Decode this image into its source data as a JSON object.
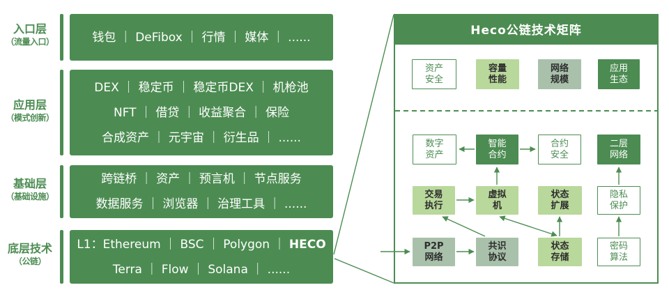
{
  "colors": {
    "brand_green": "#4c8c52",
    "light_green": "#b9d89b",
    "sage_green": "#a9c1ab",
    "dark_text": "#2e2e2e",
    "white": "#ffffff"
  },
  "left_layers": [
    {
      "label": "入口层",
      "sublabel": "（流量入口）",
      "lines": [
        "钱包 ｜ DeFibox ｜ 行情 ｜ 媒体 ｜ ......"
      ]
    },
    {
      "label": "应用层",
      "sublabel": "（模式创新）",
      "lines": [
        "DEX ｜ 稳定币 ｜ 稳定币DEX ｜ 机枪池",
        "NFT ｜ 借贷 ｜ 收益聚合 ｜ 保险",
        "合成资产 ｜ 元宇宙 ｜ 衍生品 ｜ ......"
      ]
    },
    {
      "label": "基础层",
      "sublabel": "（基础设施）",
      "lines": [
        "跨链桥 ｜ 资产 ｜ 预言机 ｜ 节点服务",
        "数据服务 ｜ 浏览器 ｜ 治理工具 ｜ ......"
      ]
    },
    {
      "label": "底层技术",
      "sublabel": "（公链）",
      "line1_prefix": "L1：Ethereum ｜ BSC ｜ Polygon ｜ ",
      "line1_highlight": "HECO",
      "lines": [
        "Terra ｜ Flow ｜ Solana ｜ ......"
      ]
    }
  ],
  "panel": {
    "title": "Heco公链技术矩阵",
    "dimension_row": [
      {
        "line1": "资产",
        "line2": "安全"
      },
      {
        "line1": "容量",
        "line2": "性能"
      },
      {
        "line1": "网络",
        "line2": "规模"
      },
      {
        "line1": "应用",
        "line2": "生态"
      }
    ],
    "matrix_nodes": [
      {
        "line1": "数字",
        "line2": "资产"
      },
      {
        "line1": "智能",
        "line2": "合约"
      },
      {
        "line1": "合约",
        "line2": "安全"
      },
      {
        "line1": "二层",
        "line2": "网络"
      },
      {
        "line1": "交易",
        "line2": "执行"
      },
      {
        "line1": "虚拟",
        "line2": "机"
      },
      {
        "line1": "状态",
        "line2": "扩展"
      },
      {
        "line1": "隐私",
        "line2": "保护"
      },
      {
        "line1": "P2P",
        "line2": "网络"
      },
      {
        "line1": "共识",
        "line2": "协议"
      },
      {
        "line1": "状态",
        "line2": "存储"
      },
      {
        "line1": "密码",
        "line2": "算法"
      }
    ]
  }
}
